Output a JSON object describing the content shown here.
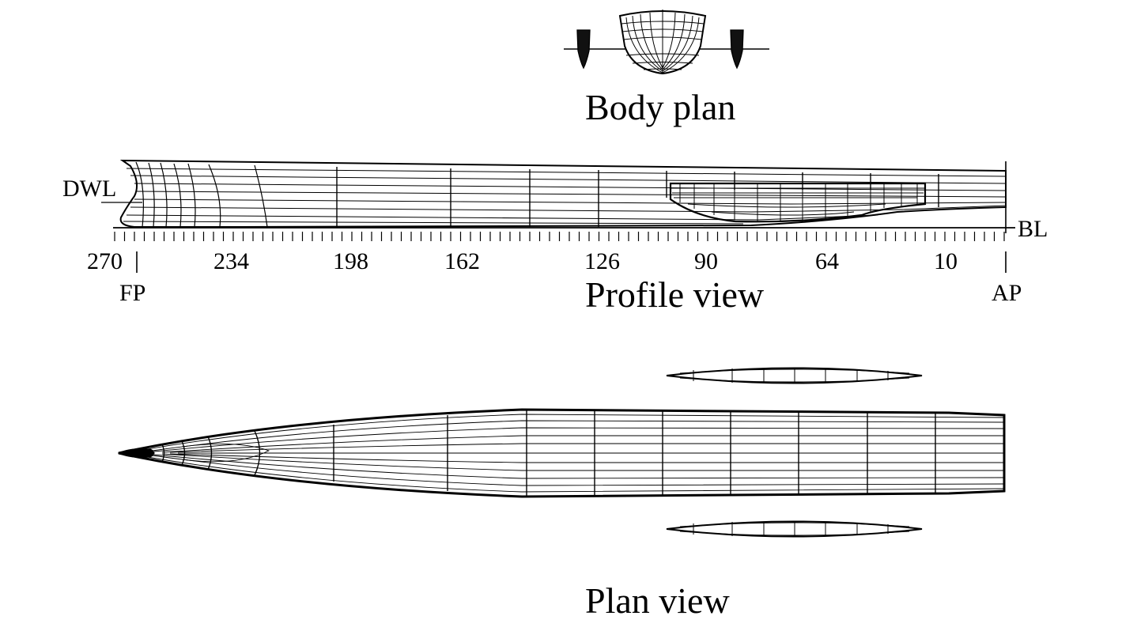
{
  "captions": {
    "body_plan": "Body plan",
    "profile_view": "Profile view",
    "plan_view": "Plan view"
  },
  "markers": {
    "dwl": "DWL",
    "bl": "BL",
    "fp": "FP",
    "ap": "AP"
  },
  "station_labels": [
    "270",
    "234",
    "198",
    "162",
    "126",
    "90",
    "64",
    "10"
  ],
  "colors": {
    "line": "#000000",
    "background": "#ffffff",
    "shade": "#555555"
  }
}
